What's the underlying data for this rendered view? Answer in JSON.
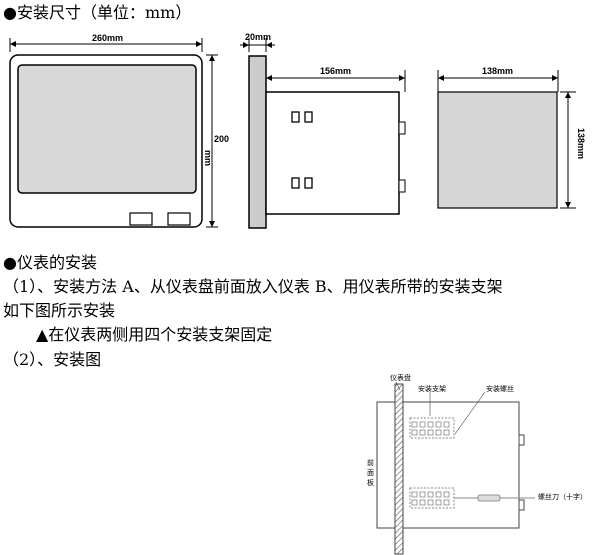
{
  "section1": {
    "bullet": "●",
    "title": "安装尺寸（单位：mm）"
  },
  "figure1": {
    "front_width": "260mm",
    "front_height": "200",
    "front_height_unit": "mm",
    "side_depth_top": "20mm",
    "side_length": "156mm",
    "cutout_width": "138mm",
    "cutout_height": "138mm"
  },
  "section2": {
    "bullet": "●",
    "title": "仪表的安装",
    "line1": "（1）、安装方法 A、从仪表盘前面放入仪表 B、用仪表所带的安装支架",
    "line2": "如下图所示安装",
    "line3": "▲在仪表两侧用四个安装支架固定",
    "line4": "（2）、安装图"
  },
  "figure2": {
    "panel_label": "仪表盘",
    "bracket_label": "安装支架",
    "screw_label": "安装螺丝",
    "front_panel_label": "前面板",
    "screwdriver_label": "螺丝刀（十字）"
  }
}
